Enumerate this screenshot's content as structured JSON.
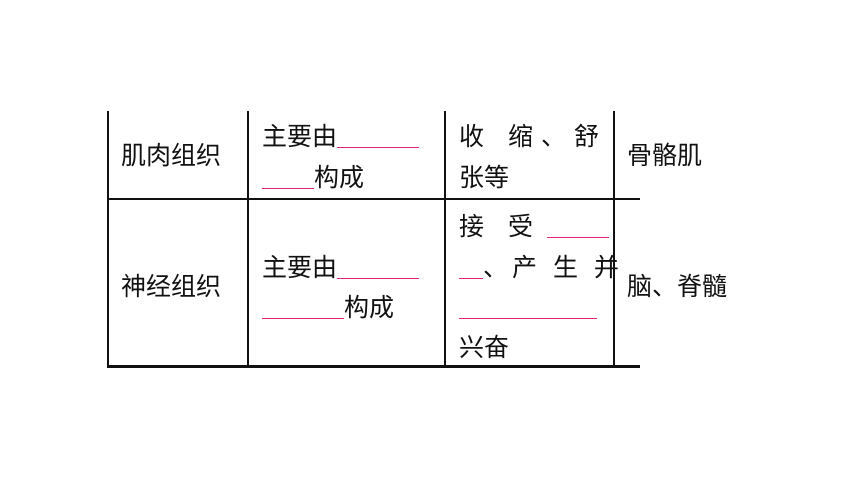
{
  "table": {
    "rows": [
      {
        "name": "肌肉组织",
        "composition": {
          "prefix": "主要由",
          "suffix": "构成"
        },
        "function": {
          "line1": "收 缩、舒",
          "line2": "张等"
        },
        "example": "骨骼肌"
      },
      {
        "name": "神经组织",
        "composition": {
          "prefix": "主要由",
          "suffix": "构成"
        },
        "function": {
          "line1": "接 受",
          "line2_suffix": "、产 生 并",
          "line4": "兴奋"
        },
        "example": "脑、脊髓"
      }
    ]
  },
  "colors": {
    "grid": "#111111",
    "blank_underline": "#e0227a"
  }
}
